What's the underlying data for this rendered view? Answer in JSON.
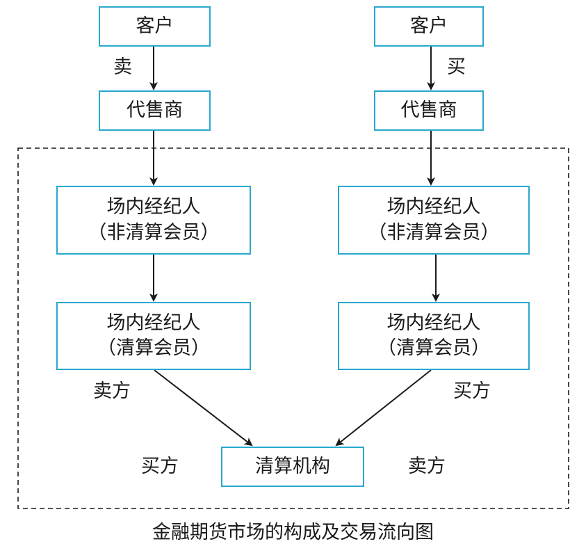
{
  "nodes": {
    "left_customer": "客户",
    "right_customer": "客户",
    "left_dealer": "代售商",
    "right_dealer": "代售商",
    "left_nonclearing": [
      "场内经纪人",
      "（非清算会员）"
    ],
    "right_nonclearing": [
      "场内经纪人",
      "（非清算会员）"
    ],
    "left_clearing": [
      "场内经纪人",
      "（清算会员）"
    ],
    "right_clearing": [
      "场内经纪人",
      "（清算会员）"
    ],
    "clearing_house": "清算机构"
  },
  "labels": {
    "left_sell": "卖",
    "right_buy": "买",
    "left_seller": "卖方",
    "right_buyer": "买方",
    "bottom_left_buyer": "买方",
    "bottom_right_seller": "卖方"
  },
  "caption": "金融期货市场的构成及交易流向图",
  "colors": {
    "box_border": "#29a7cf",
    "line": "#1a1a1a"
  }
}
